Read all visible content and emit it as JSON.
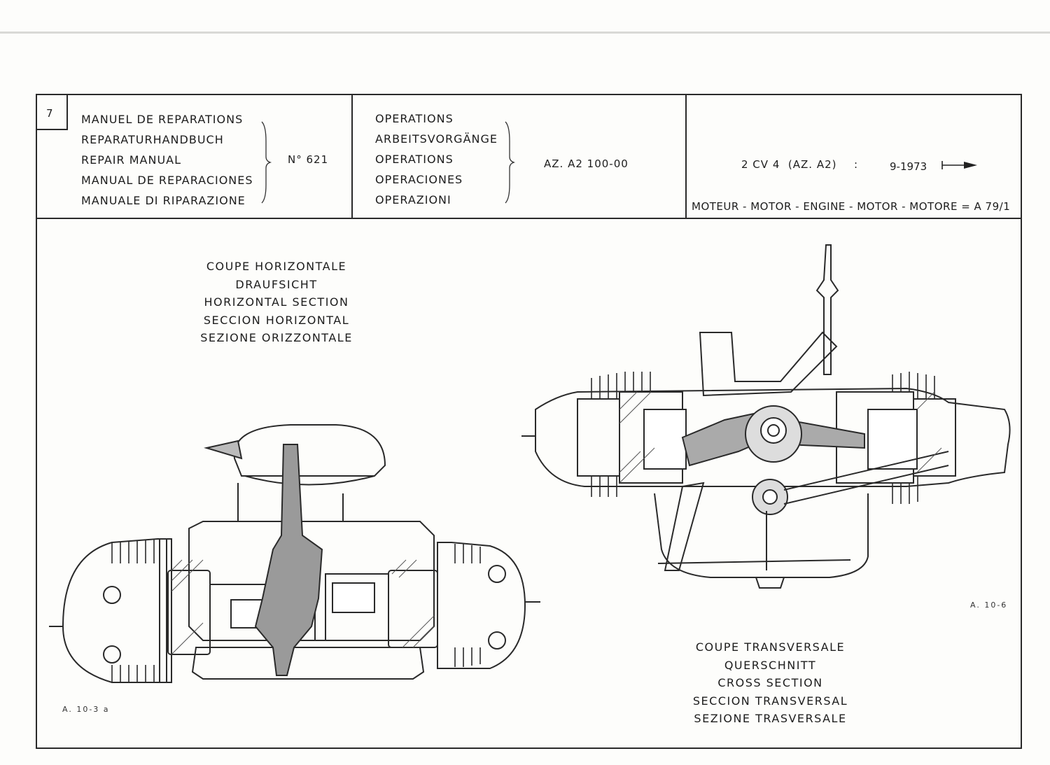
{
  "page_number": "7",
  "manual_titles": [
    "MANUEL DE REPARATIONS",
    "REPARATURHANDBUCH",
    "REPAIR MANUAL",
    "MANUAL DE REPARACIONES",
    "MANUALE DI RIPARAZIONE"
  ],
  "manual_number": "N° 621",
  "operations_titles": [
    "OPERATIONS",
    "ARBEITSVORGÄNGE",
    "OPERATIONS",
    "OPERACIONES",
    "OPERAZIONI"
  ],
  "operation_code": "AZ. A2 100-00",
  "vehicle": {
    "model": "2 CV 4  (AZ. A2)",
    "separator": ":",
    "date": "9-1973"
  },
  "engine_line": "MOTEUR - MOTOR - ENGINE - MOTOR - MOTORE = A 79/1",
  "horizontal_section": {
    "captions": [
      "COUPE HORIZONTALE",
      "DRAUFSICHT",
      "HORIZONTAL SECTION",
      "SECCION HORIZONTAL",
      "SEZIONE ORIZZONTALE"
    ],
    "figure_ref": "A. 10-3 a"
  },
  "cross_section": {
    "captions": [
      "COUPE TRANSVERSALE",
      "QUERSCHNITT",
      "CROSS SECTION",
      "SECCION TRANSVERSAL",
      "SEZIONE TRASVERSALE"
    ],
    "figure_ref": "A. 10-6"
  },
  "colors": {
    "ink": "#1d1d1d",
    "paper": "#fdfdfb",
    "rule": "#d9d9d6"
  }
}
